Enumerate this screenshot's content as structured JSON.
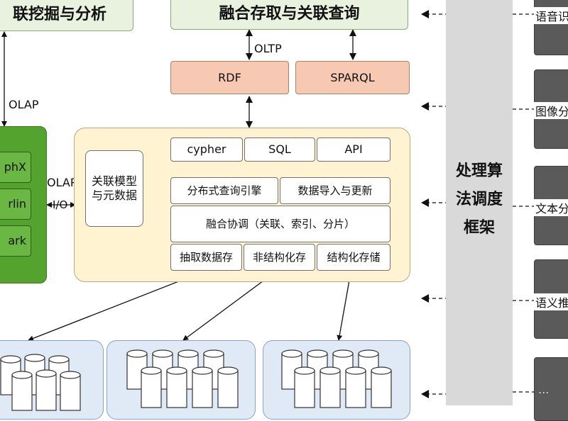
{
  "top": {
    "left_title": "联挖掘与分析",
    "right_title": "融合存取与关联查询"
  },
  "labels": {
    "oltp": "OLTP",
    "olap_left": "OLAP",
    "olap_mid": "OLAP",
    "io": "I/O"
  },
  "query_langs": {
    "rdf": "RDF",
    "sparql": "SPARQL",
    "cypher": "cypher",
    "sql": "SQL",
    "api": "API"
  },
  "core": {
    "relation_model": "关联模型与元数据",
    "distributed_query": "分布式查询引擎",
    "data_import": "数据导入与更新",
    "fusion": "融合协调（关联、索引、分片）",
    "extract_store": "抽取数据存",
    "unstructured_store": "非结构化存",
    "structured_store": "结构化存储"
  },
  "analysis_items": [
    "phX",
    "rlin",
    "ark"
  ],
  "framework": [
    "处理算",
    "法调度",
    "框架"
  ],
  "processors": [
    "语音识",
    "图像分",
    "文本分",
    "语义推",
    "..."
  ]
}
